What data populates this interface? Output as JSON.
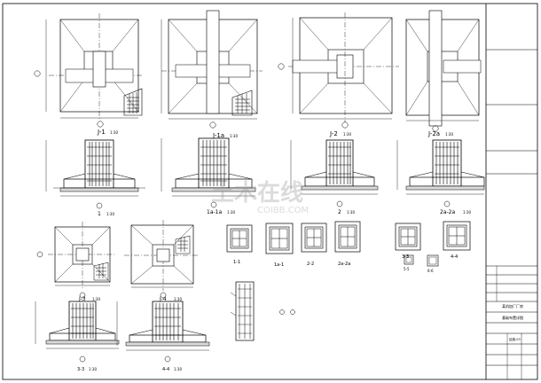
{
  "sheet": {
    "watermark": {
      "cn": "土木在线",
      "en": "COIBB.COM"
    }
  },
  "plans_row1": [
    {
      "label": "J-1",
      "scale": "1:30"
    },
    {
      "label": "J-1a",
      "scale": "1:30"
    },
    {
      "label": "J-2",
      "scale": "1:30"
    },
    {
      "label": "J-2a",
      "scale": "1:30"
    }
  ],
  "sections_row2": [
    {
      "label": "1",
      "scale": "1:30"
    },
    {
      "label": "1a-1a",
      "scale": "1:30"
    },
    {
      "label": "2",
      "scale": "1:30"
    },
    {
      "label": "2a-2a",
      "scale": "1:30"
    }
  ],
  "plans_row3": [
    {
      "label": "J-3",
      "scale": "1:30"
    },
    {
      "label": "J-4",
      "scale": "1:30"
    }
  ],
  "sections_row4": [
    {
      "label": "3-3",
      "scale": "1:30"
    },
    {
      "label": "4-4",
      "scale": "1:30"
    }
  ],
  "column_sections": [
    {
      "label": "1-1"
    },
    {
      "label": "1a-1"
    },
    {
      "label": "2-2"
    },
    {
      "label": "2a-2a"
    },
    {
      "label": "3-3"
    },
    {
      "label": "4-4"
    }
  ],
  "small_details": [
    {
      "label": "5-5"
    },
    {
      "label": "6-6"
    }
  ],
  "title_block": {
    "project": "某机加厂厂房",
    "drawing": "基础布置详图",
    "number": "结施-03"
  }
}
